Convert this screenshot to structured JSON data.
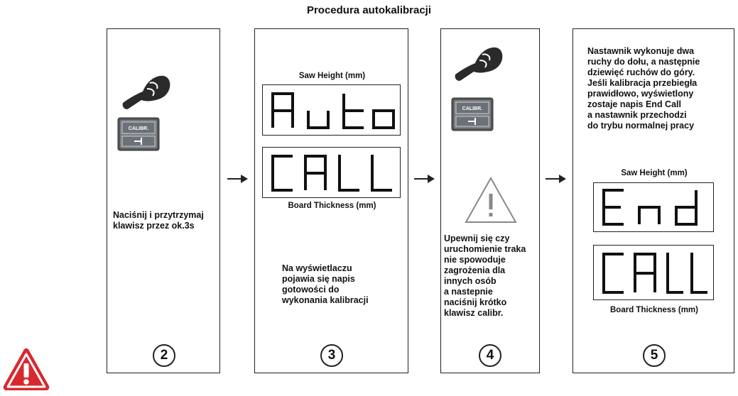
{
  "title": "Procedura autokalibracji",
  "colors": {
    "warning_red": "#d8282f",
    "panel_border": "#222222",
    "key_gray": "#7a7f86"
  },
  "icons": {
    "hand": "pointing-hand-icon",
    "key": "calibr-key-icon",
    "hazard": "hazard-triangle-icon",
    "arrow": "arrow-right-icon"
  },
  "key_label": "CALIBR.",
  "key_symbol": "-|",
  "steps": [
    {
      "number": "2",
      "text": [
        "Naciśnij i przytrzymaj",
        "klawisz przez ok.3s"
      ]
    },
    {
      "number": "3",
      "top_label": "Saw Height (mm)",
      "display_top": "Auto",
      "display_bottom": "CALL",
      "bottom_label": "Board Thickness (mm)",
      "text": [
        "Na wyświetlaczu",
        "pojawia się napis",
        "gotowości do",
        "wykonania kalibracji"
      ]
    },
    {
      "number": "4",
      "text": [
        "Upewnij się czy",
        "uruchomienie traka",
        "nie spowoduje",
        "zagrożenia dla",
        "innych osób",
        "a nastepnie",
        "naciśnij krótko",
        "klawisz calibr."
      ]
    },
    {
      "number": "5",
      "text": [
        "Nastawnik wykonuje dwa",
        "ruchy do dołu, a następnie",
        "dziewięć ruchów do góry.",
        "Jeśli kalibracja przebiegła",
        "prawidłowo, wyświetlony",
        "zostaje napis End Call",
        "a nastawnik przechodzi",
        "do trybu normalnej pracy"
      ],
      "top_label": "Saw Height (mm)",
      "display_top": "End",
      "display_bottom": "CALL",
      "bottom_label": "Board Thickness (mm)"
    }
  ]
}
